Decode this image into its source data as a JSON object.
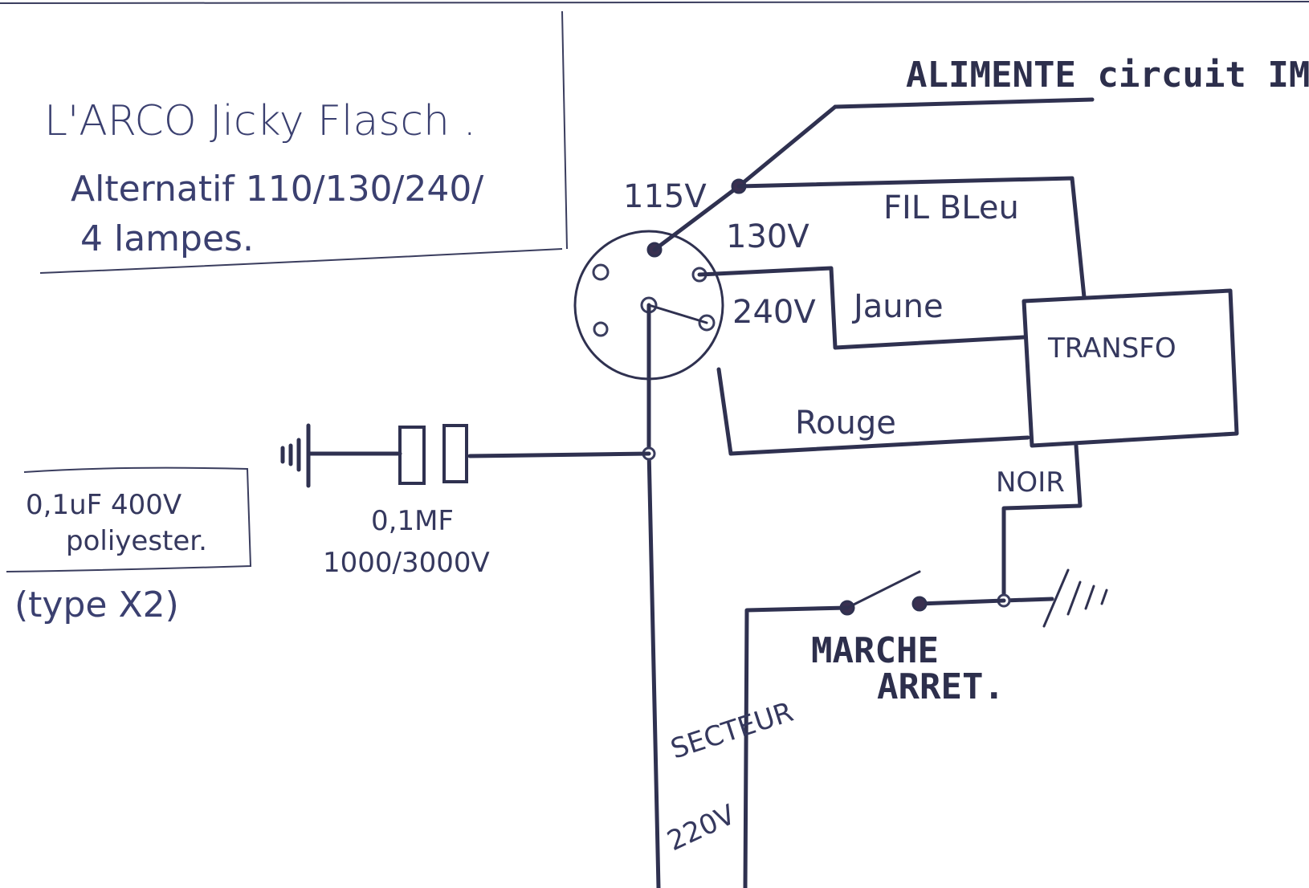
{
  "title_box": {
    "line1": "L'ARCO Jicky Flasch .",
    "line2": "Alternatif 110/130/240/",
    "line3": "4 lampes."
  },
  "supply_label": "ALIMENTE circuit IMPRIM",
  "selector": {
    "taps": [
      "115V",
      "130V",
      "240V"
    ]
  },
  "wires": {
    "blue": "FIL BLeu",
    "yellow": "Jaune",
    "red": "Rouge",
    "black": "NOIR"
  },
  "transformer": {
    "label": "TRANSFO"
  },
  "capacitor": {
    "value": "0,1MF",
    "rating": "1000/3000V"
  },
  "note_box": {
    "line1": "0,1uF 400V",
    "line2": "poliyester.",
    "type": "(type X2)"
  },
  "switch": {
    "line1": "MARCHE",
    "line2": "ARRET."
  },
  "mains": {
    "label": "SECTEUR",
    "voltage": "220V"
  }
}
